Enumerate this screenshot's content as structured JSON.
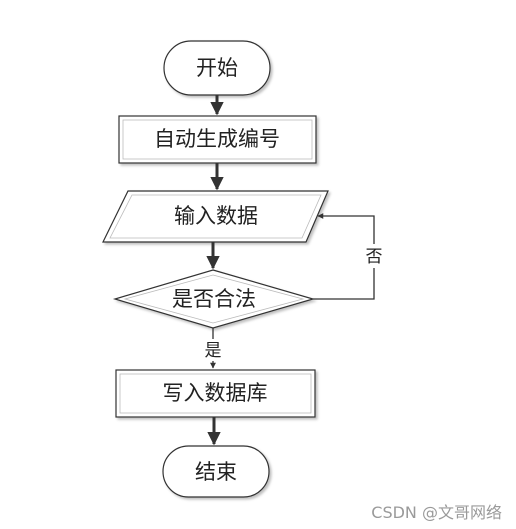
{
  "diagram": {
    "nodes": {
      "start": "开始",
      "gen": "自动生成编号",
      "input": "输入数据",
      "check": "是否合法",
      "write": "写入数据库",
      "end": "结束"
    },
    "edges": {
      "no": "否",
      "yes": "是"
    }
  },
  "watermark": "CSDN @文哥网络"
}
